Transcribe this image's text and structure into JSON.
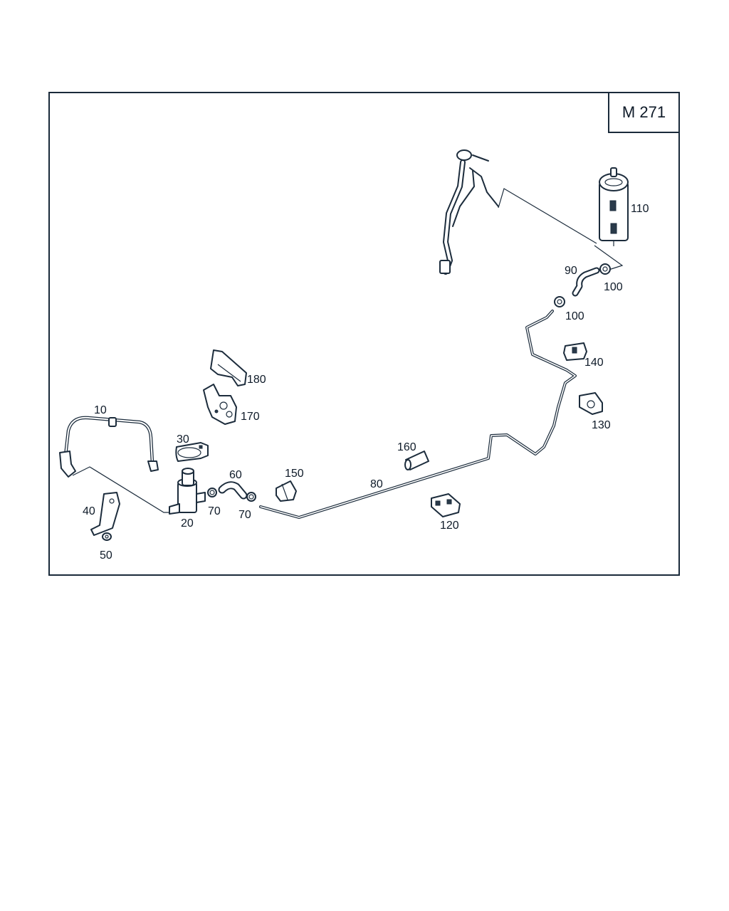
{
  "model": "M 271",
  "colors": {
    "line": "#1c2c3c",
    "text": "#0e1a28",
    "background": "#ffffff"
  },
  "labels": {
    "l10": "10",
    "l20": "20",
    "l30": "30",
    "l40": "40",
    "l50": "50",
    "l60": "60",
    "l70a": "70",
    "l70b": "70",
    "l80": "80",
    "l90": "90",
    "l100a": "100",
    "l100b": "100",
    "l110": "110",
    "l120": "120",
    "l130": "130",
    "l140": "140",
    "l150": "150",
    "l160": "160",
    "l170": "170",
    "l180": "180"
  }
}
